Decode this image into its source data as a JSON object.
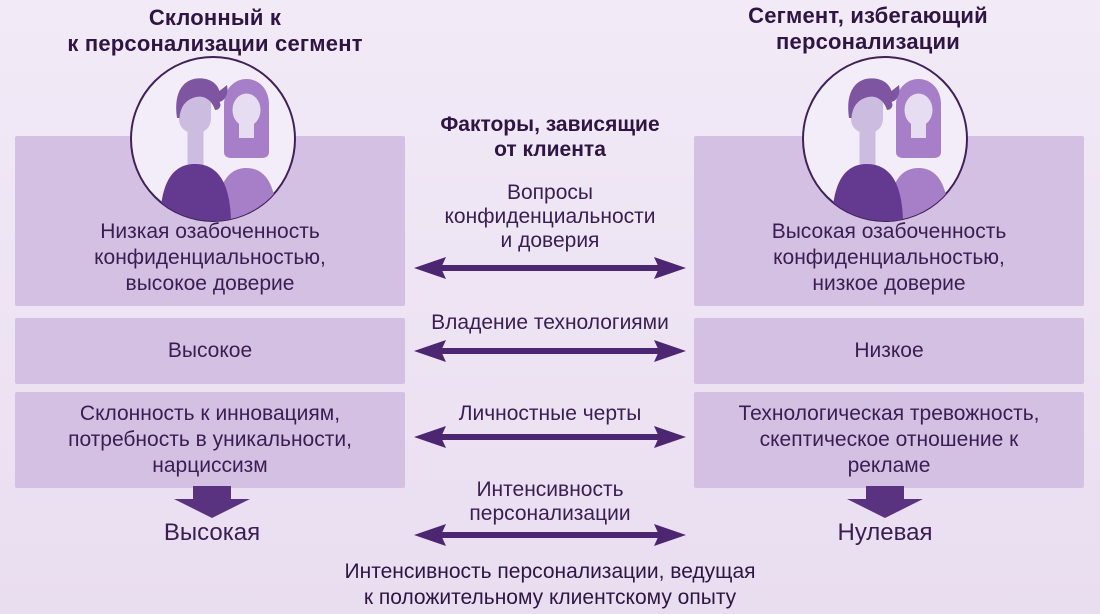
{
  "left_segment": {
    "title": "Склонный к\nк персонализации сегмент",
    "privacy_trust": "Низкая озабоченность\nконфиденциальностью,\nвысокое доверие",
    "tech_ownership": "Высокое",
    "personality": "Склонность к инновациям,\nпотребность в уникальности,\nнарциссизм",
    "intensity": "Высокая"
  },
  "right_segment": {
    "title": "Сегмент, избегающий\nперсонализации",
    "privacy_trust": "Высокая озабоченность\nконфиденциальностью,\nнизкое доверие",
    "tech_ownership": "Низкое",
    "personality": "Технологическая тревожность,\nскептическое отношение к\nрекламе",
    "intensity": "Нулевая"
  },
  "center": {
    "header": "Факторы, зависящие\nот клиента",
    "factors": [
      "Вопросы\nконфиденциальности\nи доверия",
      "Владение технологиями",
      "Личностные черты",
      "Интенсивность\nперсонализации"
    ]
  },
  "caption": "Интенсивность персонализации, ведущая\nк положительному клиентскому опыту",
  "icons": {
    "left_avatar": "couple-icon",
    "right_avatar": "couple-icon",
    "factor_arrow": "double-arrow-icon",
    "outcome_arrow": "down-arrow-icon"
  },
  "colors": {
    "background_top": "#f2eaf7",
    "background_bottom": "#e9def0",
    "box_fill": "#d4c0e2",
    "text_dark": "#3a1d52",
    "title_dark": "#2f1543",
    "arrow": "#4c2670",
    "down_arrow": "#5a3380",
    "avatar_circle_fill": "#f3edf9",
    "avatar_circle_stroke": "#402158",
    "man_hair": "#7d55a1",
    "man_face": "#cbbce0",
    "man_shirt": "#643a90",
    "woman_hair": "#a77ec8",
    "woman_face": "#e7ddf2",
    "woman_shirt": "#a77ec8"
  }
}
